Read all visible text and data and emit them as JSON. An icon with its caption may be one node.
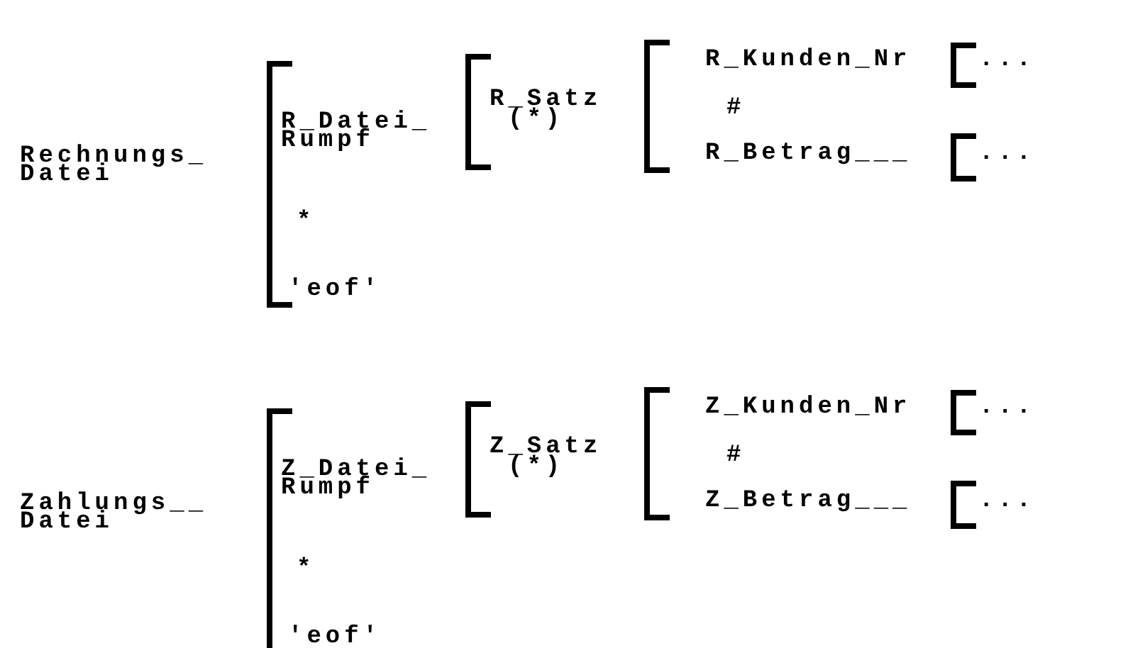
{
  "diagram": {
    "labels": [
      "Rechnungs_ Datei",
      "R_Datei_ Rumpf",
      "R_Satz",
      "(*)",
      "R_Kunden_Nr",
      "...",
      "#",
      "R_Betrag___",
      "...",
      "*",
      "'eof'",
      "Zahlungs__ Datei",
      "Z_Datei_ Rumpf",
      "Z_Satz",
      "(*)",
      "Z_Kunden_Nr",
      "...",
      "#",
      "Z_Betrag___",
      "...",
      "*",
      "'eof'"
    ]
  }
}
